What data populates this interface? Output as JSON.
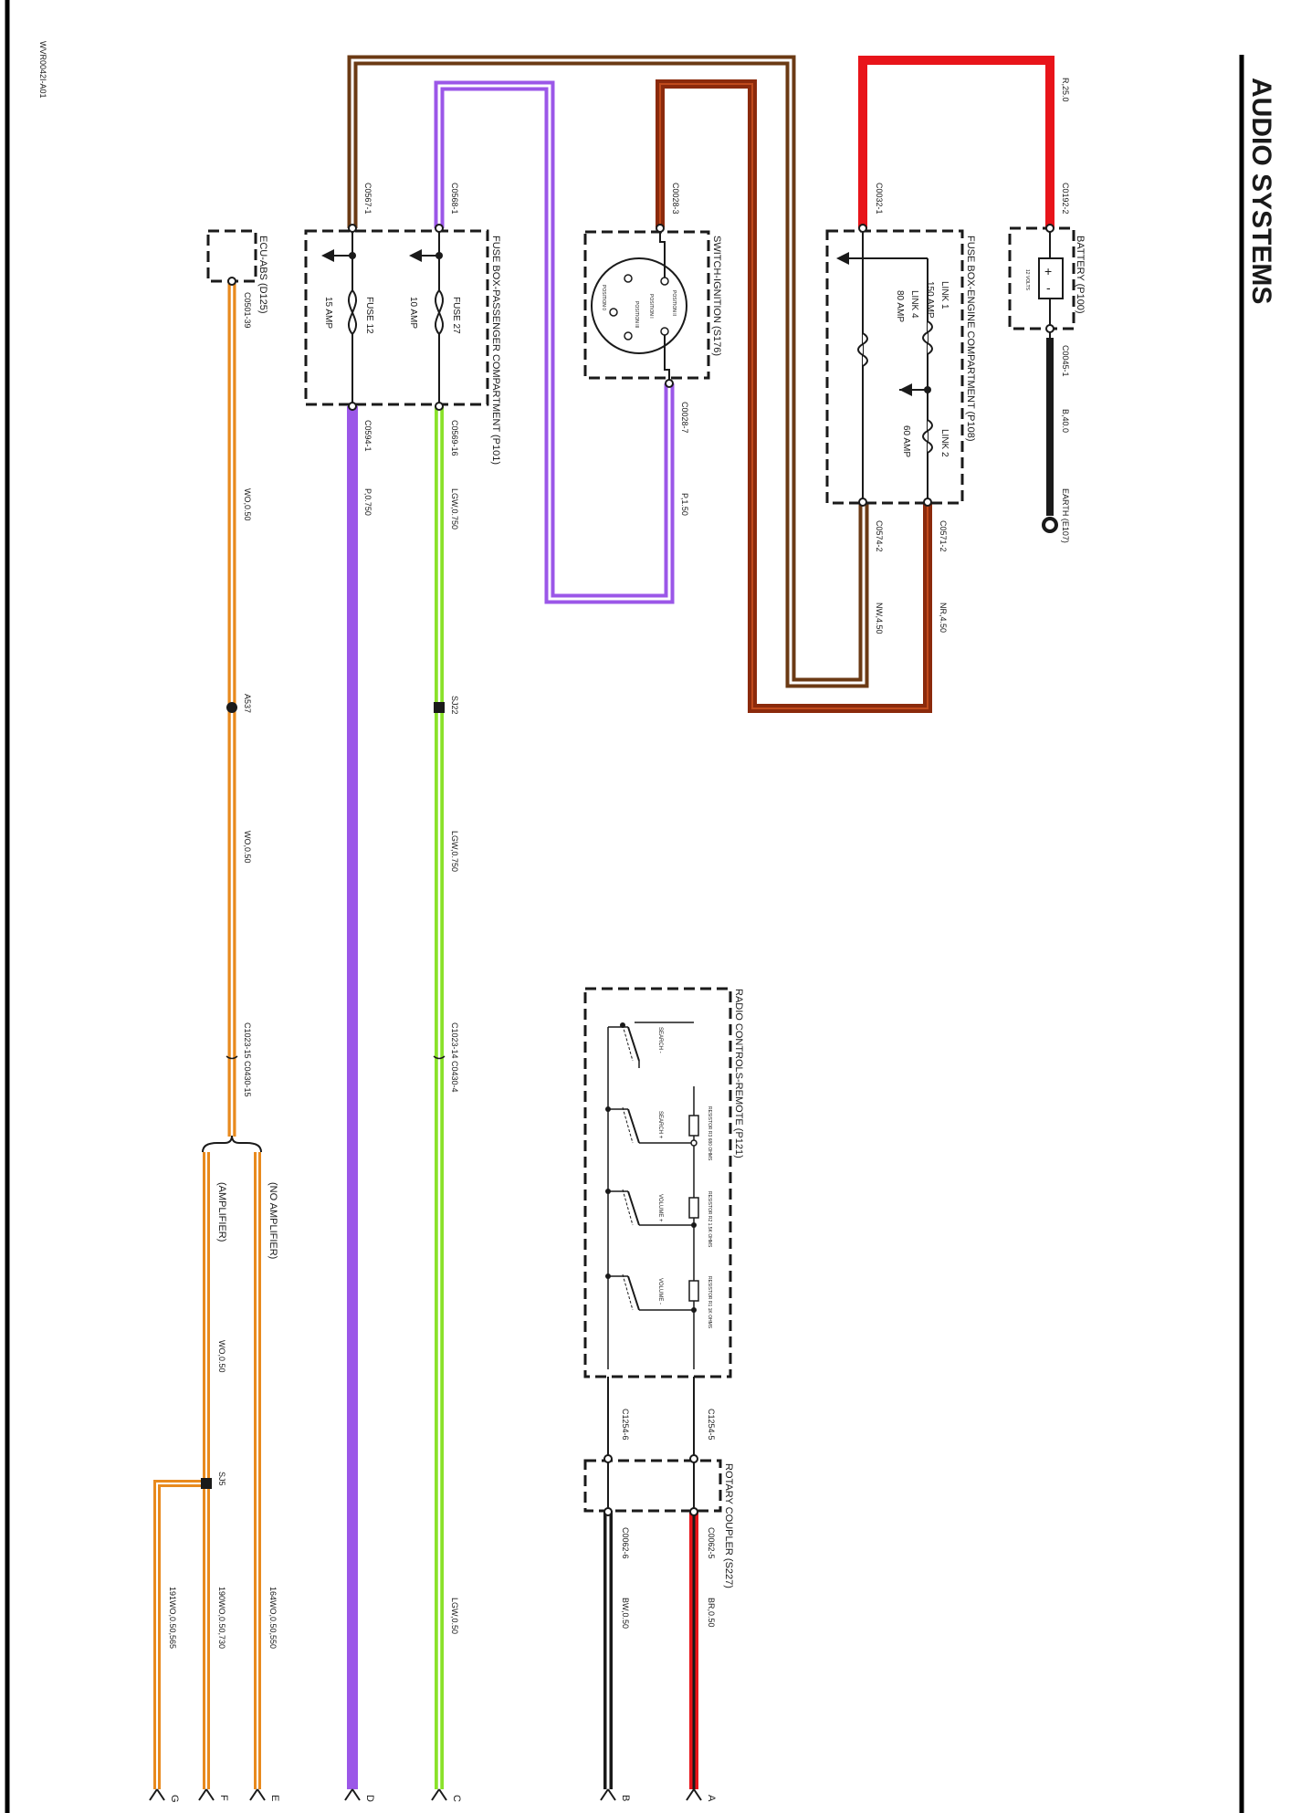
{
  "page": {
    "title": "AUDIO SYSTEMS",
    "ref": "WVR0042I-A01"
  },
  "components": {
    "battery": {
      "name": "BATTERY (P100)",
      "volts": "12 VOLTS",
      "conn_top": "C0192-2",
      "conn_bottom": "C0045-1"
    },
    "earth": {
      "name": "EARTH (E107)",
      "wire": "B,40.0"
    },
    "fuse_engine": {
      "name": "FUSE BOX-ENGINE COMPARTMENT (P108)",
      "link1": "LINK 1",
      "link1_amp": "150 AMP",
      "link2": "LINK 2",
      "link2_amp": "60 AMP",
      "link4": "LINK 4",
      "link4_amp": "80 AMP",
      "conn_top": "C0032-1",
      "conn_left": "C0574-2",
      "conn_right": "C0571-2"
    },
    "ignition": {
      "name": "SWITCH-IGNITION (S176)",
      "conn_top": "C0028-3",
      "conn_bottom": "C0028-7",
      "positions": [
        "POSITION II",
        "POSITION I",
        "POSITION III",
        "POSITION 0"
      ]
    },
    "fuse_passenger": {
      "name": "FUSE BOX-PASSENGER COMPARTMENT (P101)",
      "fuse27": "FUSE 27",
      "fuse27_amp": "10 AMP",
      "fuse12": "FUSE 12",
      "fuse12_amp": "15 AMP",
      "conn_27_top": "C0568-1",
      "conn_12_top": "C0567-1",
      "conn_27_bottom": "C0569-16",
      "conn_12_bottom": "C0594-1"
    },
    "ecu_abs": {
      "name": "ECU-ABS (D125)",
      "conn": "C0501-39"
    },
    "radio_controls": {
      "name": "RADIO CONTROLS-REMOTE (P121)",
      "switches": [
        "SEARCH -",
        "SEARCH +",
        "VOLUME +",
        "VOLUME -"
      ],
      "resistors": [
        "RESISTOR R1 1K OHMS",
        "RESISTOR R2 1.5K OHMS",
        "RESISTOR R3 680 OHMS"
      ],
      "conn_a": "C1254-5",
      "conn_b": "C1254-6"
    },
    "rotary": {
      "name": "ROTARY COUPLER (S227)",
      "conn_a": "C0062-5",
      "conn_b": "C0062-6"
    }
  },
  "wires": {
    "r25": "R,25.0",
    "nr4": "NR,4.50",
    "nw4": "NW,4.50",
    "p150": "P,1.50",
    "p750": "P,0.750",
    "lgw750_a": "LGW,0.750",
    "lgw750_b": "LGW,0.750",
    "lgw50": "LGW,0.50",
    "wo50_a": "WO,0.50",
    "wo50_b": "WO,0.50",
    "wo50_c": "WO,0.50",
    "br50": "BR,0.50",
    "bw50": "BW,0.50",
    "e_wire": "164WO,0.50,550",
    "f_wire": "190WO,0.50,730",
    "g_wire": "191WO,0.50,565"
  },
  "connectors": {
    "c1023_15": "C1023-15",
    "c0430_15": "C0430-15",
    "c1023_14": "C1023-14",
    "c0430_4": "C0430-4"
  },
  "splices": {
    "a537": "A537",
    "sj22": "SJ22",
    "sj5": "SJ5"
  },
  "notes": {
    "no_amp": "(NO AMPLIFIER)",
    "amp": "(AMPLIFIER)"
  },
  "outputs": [
    "A",
    "B",
    "C",
    "D",
    "E",
    "F",
    "G"
  ],
  "colors": {
    "red": "#e8141a",
    "brown": "#6b3a14",
    "purple": "#9b57e8",
    "lime": "#8ae22a",
    "orange": "#e88a1e",
    "rust": "#8b2a0c",
    "black": "#1a1a1a"
  }
}
